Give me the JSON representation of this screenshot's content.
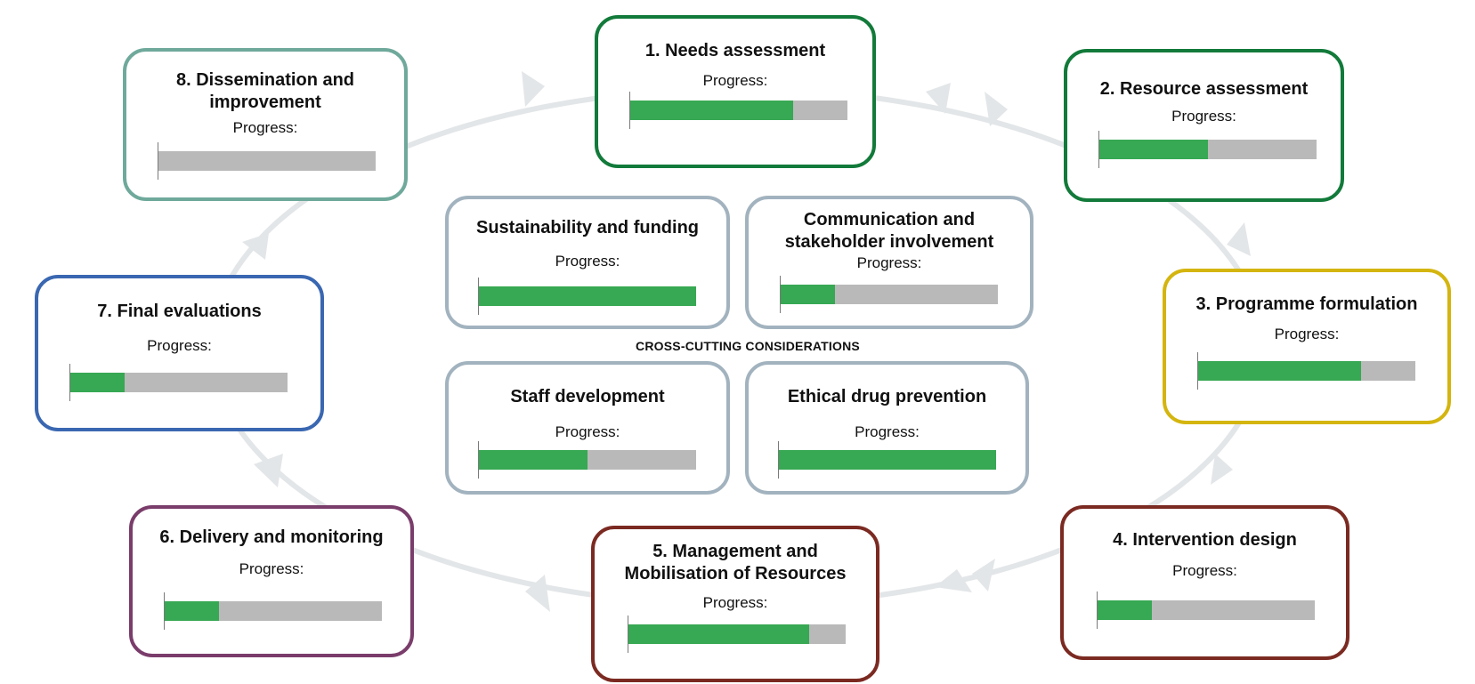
{
  "progress_label": "Progress:",
  "cycle_stages": [
    {
      "id": "needs",
      "title": "1.  Needs assessment",
      "progress": 0.75,
      "border_color": "#127a3a"
    },
    {
      "id": "resource",
      "title": "2. Resource assessment",
      "progress": 0.5,
      "border_color": "#127a3a"
    },
    {
      "id": "formulation",
      "title": "3. Programme formulation",
      "progress": 0.75,
      "border_color": "#d4b50f"
    },
    {
      "id": "intervention",
      "title": "4. Intervention design",
      "progress": 0.25,
      "border_color": "#7b2a22"
    },
    {
      "id": "management",
      "title_lines": [
        "5. Management and",
        "Mobilisation of Resources"
      ],
      "progress": 0.83,
      "border_color": "#7b2a22"
    },
    {
      "id": "delivery",
      "title": "6. Delivery and monitoring",
      "progress": 0.25,
      "border_color": "#7a3d6b"
    },
    {
      "id": "evaluations",
      "title": "7. Final evaluations",
      "progress": 0.25,
      "border_color": "#3a67b1"
    },
    {
      "id": "dissemination",
      "title_lines": [
        "8. Dissemination and",
        "improvement"
      ],
      "progress": 0.0,
      "border_color": "#6fa99b"
    }
  ],
  "cross_cutting": {
    "heading": "CROSS-CUTTING CONSIDERATIONS",
    "border_color": "#a2b3bf",
    "items": [
      {
        "id": "sustainability",
        "title": "Sustainability and funding",
        "progress": 1.0
      },
      {
        "id": "communication",
        "title_lines": [
          "Communication and",
          "stakeholder involvement"
        ],
        "progress": 0.25
      },
      {
        "id": "staff",
        "title": "Staff development",
        "progress": 0.5
      },
      {
        "id": "ethical",
        "title": "Ethical drug prevention",
        "progress": 1.0
      }
    ]
  },
  "colors": {
    "bar_fill": "#37a853",
    "bar_track": "#b9b9b9",
    "cycle_ring": "#e3e6e8"
  }
}
